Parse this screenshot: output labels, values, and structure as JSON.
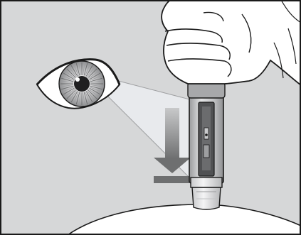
{
  "figure": {
    "subject": "autoinjector-window-inspection",
    "elements": [
      "eye-icon",
      "hand",
      "autoinjector-pen",
      "inspection-window",
      "down-arrow",
      "skin-surface"
    ]
  },
  "colors": {
    "background": "#d6d7d8",
    "border": "#1a1a1a",
    "skin": "#ffffff",
    "outline": "#1a1a1a",
    "arrow_dark": "#6e6f70",
    "arrow_light": "#c8c9ca",
    "sight_beam": "#eaecf0",
    "window_dark": "#505153",
    "pen_body": "#b8b9bb",
    "iris": "#8a8b8d",
    "pupil": "#1f1f20"
  }
}
